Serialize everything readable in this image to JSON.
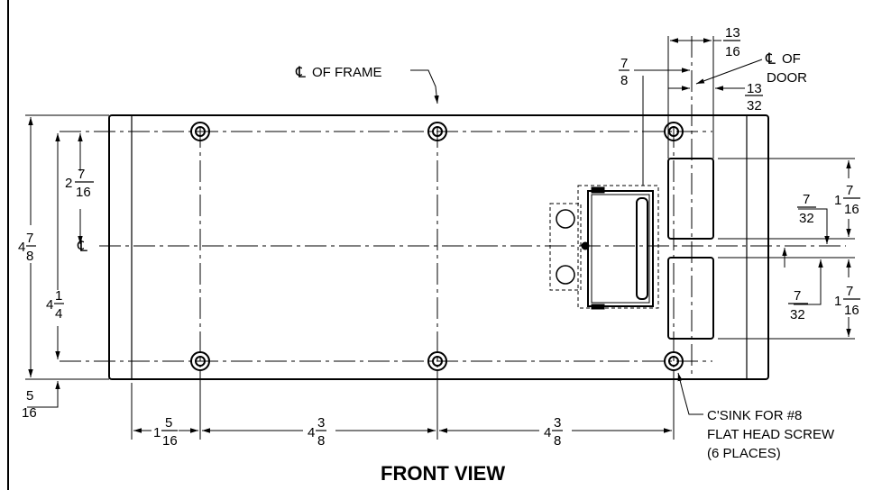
{
  "title": "FRONT VIEW",
  "callouts": {
    "frame_centerline": "OF FRAME",
    "door_centerline_of": "OF",
    "door_centerline_door": "DOOR",
    "countersink": [
      "C'SINK FOR #8",
      "FLAT HEAD SCREW",
      "(6 PLACES)"
    ],
    "centerline_symbol": "℄"
  },
  "dimensions": {
    "overall_height": {
      "whole": "4",
      "num": "7",
      "den": "8"
    },
    "hole_spacing_vertical": {
      "whole": "4",
      "num": "1",
      "den": "4"
    },
    "centerline_to_hole": {
      "whole": "2",
      "num": "7",
      "den": "16"
    },
    "bottom_edge_to_hole": {
      "whole": "",
      "num": "5",
      "den": "16"
    },
    "left_edge_to_hole": {
      "whole": "1",
      "num": "5",
      "den": "16"
    },
    "hole_spacing_left": {
      "whole": "4",
      "num": "3",
      "den": "8"
    },
    "hole_spacing_right": {
      "whole": "4",
      "num": "3",
      "den": "8"
    },
    "latch_to_door_centerline": {
      "whole": "",
      "num": "7",
      "den": "8"
    },
    "hinge_width": {
      "whole": "",
      "num": "13",
      "den": "16"
    },
    "door_centerline_offset": {
      "whole": "",
      "num": "13",
      "den": "32"
    },
    "upper_hinge_height": {
      "whole": "1",
      "num": "7",
      "den": "16"
    },
    "lower_hinge_height": {
      "whole": "1",
      "num": "7",
      "den": "16"
    },
    "upper_gap": {
      "whole": "",
      "num": "7",
      "den": "32"
    },
    "lower_gap": {
      "whole": "",
      "num": "7",
      "den": "32"
    }
  }
}
